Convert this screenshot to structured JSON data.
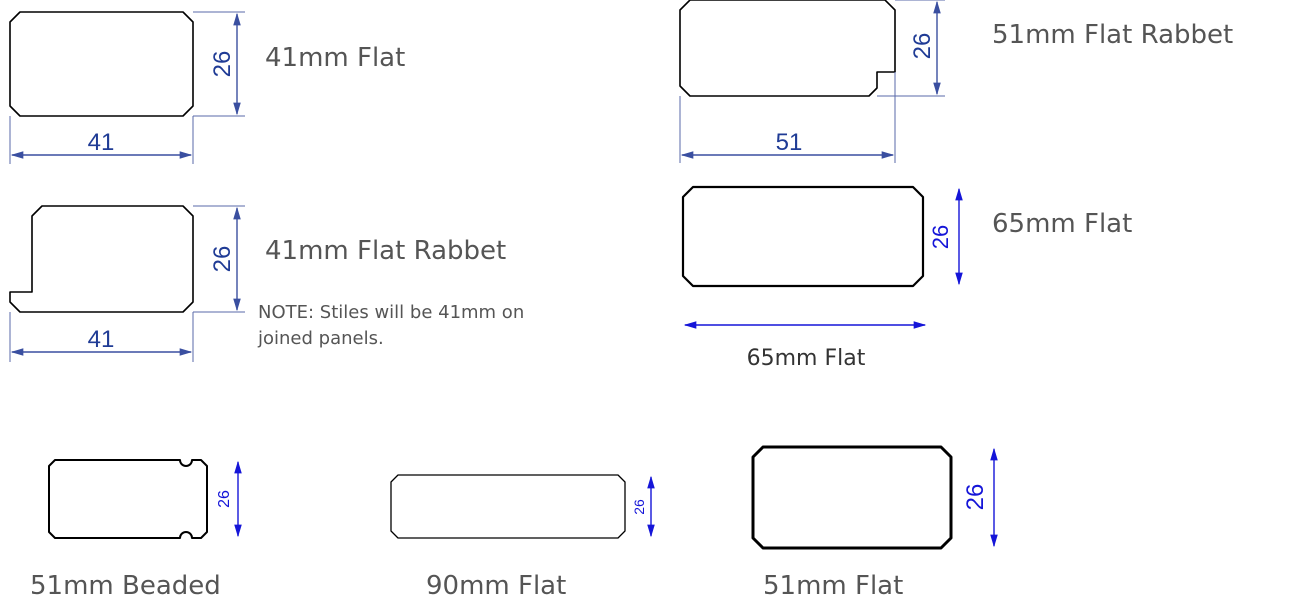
{
  "profiles": {
    "p41_flat": {
      "label": "41mm Flat",
      "width_dim": "41",
      "height_dim": "26"
    },
    "p41_rabbet": {
      "label": "41mm Flat Rabbet",
      "width_dim": "41",
      "height_dim": "26",
      "note": [
        "NOTE: Stiles will be 41mm on",
        "joined panels."
      ]
    },
    "p51_rabbet": {
      "label": "51mm Flat Rabbet",
      "width_dim": "51",
      "height_dim": "26"
    },
    "p65_flat": {
      "label": "65mm Flat",
      "width_caption": "65mm Flat",
      "height_dim": "26"
    },
    "p51_beaded": {
      "label": "51mm Beaded",
      "height_dim": "26"
    },
    "p90_flat": {
      "label": "90mm Flat",
      "height_dim": "26"
    },
    "p51_flat": {
      "label": "51mm Flat",
      "height_dim": "26"
    }
  }
}
